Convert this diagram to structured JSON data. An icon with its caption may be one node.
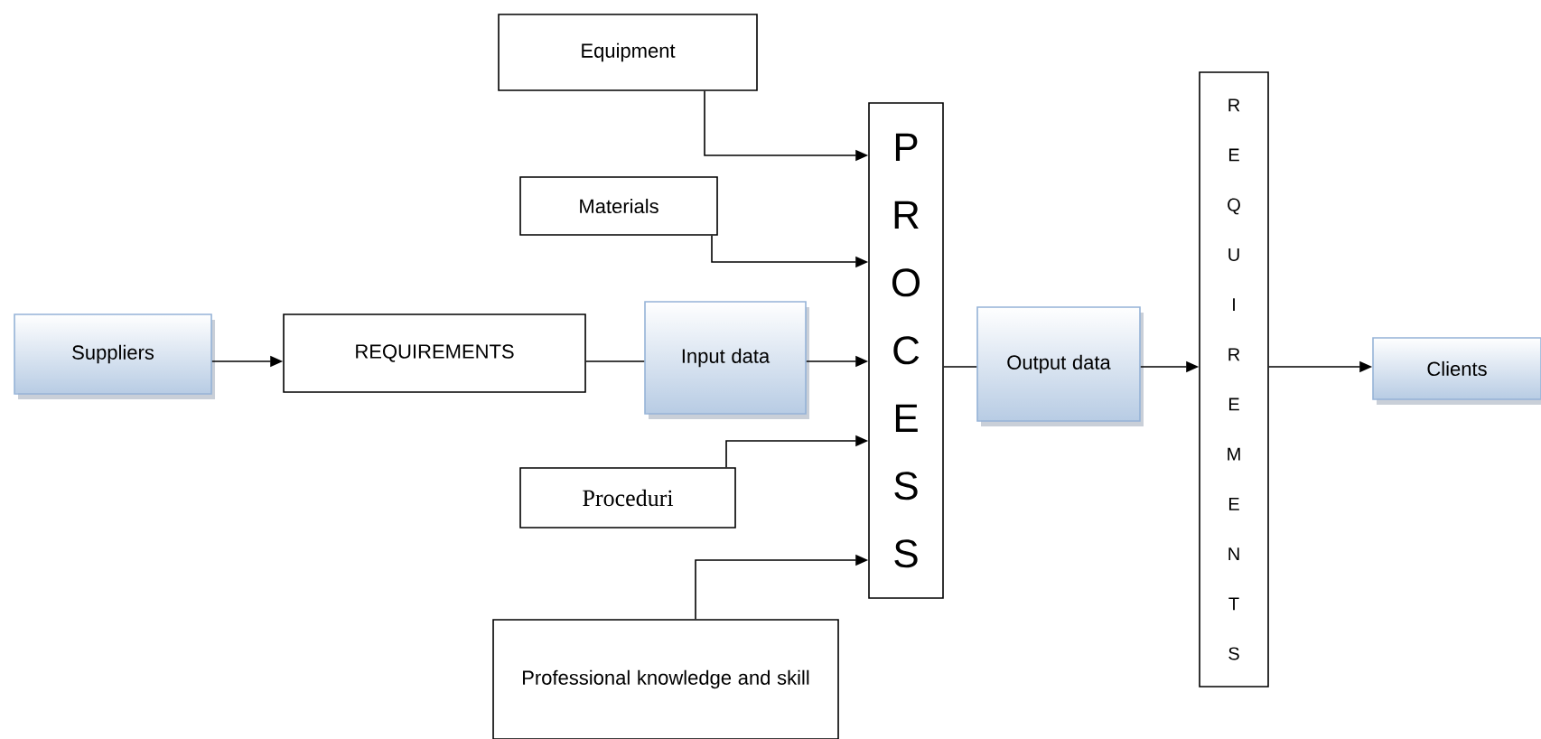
{
  "diagram": {
    "nodes": [
      {
        "text": [
          "Equipment"
        ]
      },
      {
        "text": [
          "Materials"
        ]
      },
      {
        "text": [
          "Suppliers"
        ]
      },
      {
        "text": [
          "REQUIREMENTS"
        ]
      },
      {
        "text": [
          "Input data"
        ]
      },
      {
        "text": [
          "PROCESS"
        ]
      },
      {
        "text": [
          "Output data"
        ]
      },
      {
        "text": [
          "REQUIREMENTS"
        ]
      },
      {
        "text": [
          "Clients"
        ]
      },
      {
        "text": [
          "Proceduri"
        ]
      },
      {
        "text": [
          "Professional knowledge and skill"
        ]
      }
    ],
    "edges": [
      {
        "from": 0,
        "to": 5,
        "arrow": "to"
      },
      {
        "from": 1,
        "to": 5,
        "arrow": "to"
      },
      {
        "from": 2,
        "to": 3,
        "arrow": "to"
      },
      {
        "from": 3,
        "to": 4,
        "arrow": "none"
      },
      {
        "from": 4,
        "to": 5,
        "arrow": "to"
      },
      {
        "from": 9,
        "to": 5,
        "arrow": "to"
      },
      {
        "from": 10,
        "to": 5,
        "arrow": "to"
      },
      {
        "from": 5,
        "to": 6,
        "arrow": "none"
      },
      {
        "from": 6,
        "to": 7,
        "arrow": "to"
      },
      {
        "from": 7,
        "to": 8,
        "arrow": "to"
      }
    ]
  }
}
